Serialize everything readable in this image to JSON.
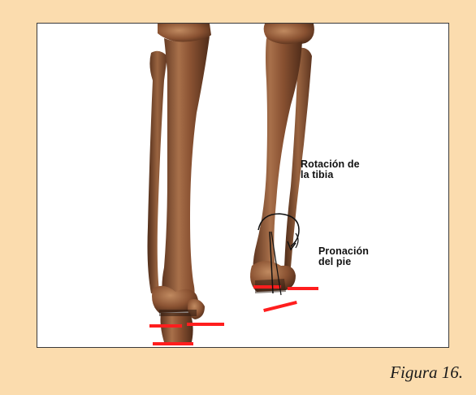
{
  "figure": {
    "labels": {
      "tibia_rotation": [
        "Rotación de",
        "la tibia"
      ],
      "foot_pronation": [
        "Pronación",
        "del pie"
      ]
    },
    "caption": "Figura 16."
  },
  "colors": {
    "page_background": "#fbdcae",
    "frame_background": "#ffffff",
    "bone": "#8a5232",
    "bone_highlight": "#b47a52",
    "bone_shadow": "#5e3520",
    "marker": "#ff1e1e",
    "axis_line": "#111111"
  }
}
